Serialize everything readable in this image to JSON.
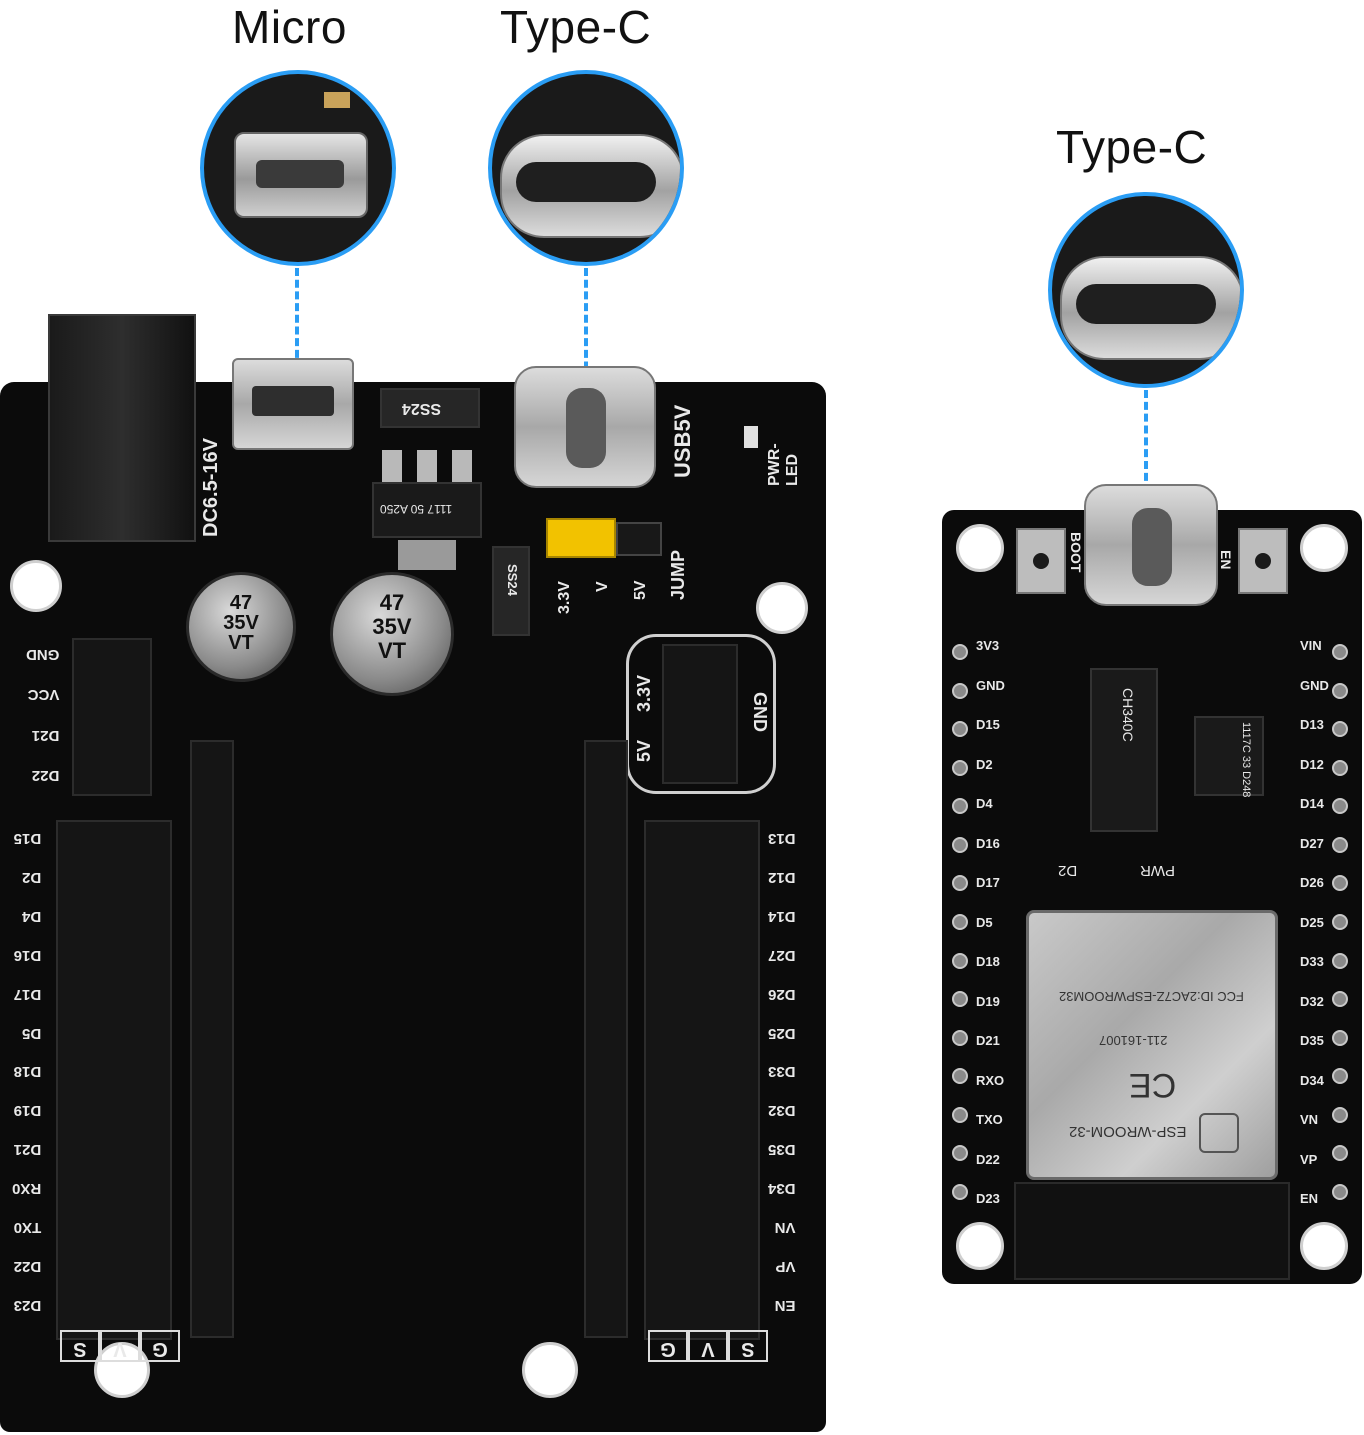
{
  "callouts": {
    "micro_title": "Micro",
    "typec_title_left": "Type-C",
    "typec_title_right": "Type-C"
  },
  "shield_board": {
    "dc_label": "DC6.5-16V",
    "usb_label": "USB5V",
    "pwr_led_label": "PWR-LED",
    "jump_label": "JUMP",
    "jumper_options": [
      "3.3V",
      "V",
      "5V"
    ],
    "diode_label": "SS24",
    "regulator_label": "1117 50 A250",
    "cap_left": [
      "47",
      "35V",
      "VT"
    ],
    "cap_right": [
      "47",
      "35V",
      "VT"
    ],
    "power_header_labels": [
      "3.3V",
      "5V",
      "GND"
    ],
    "i2c_labels": [
      "GND",
      "VCC",
      "D21",
      "D22"
    ],
    "left_pin_labels": [
      "D15",
      "D2",
      "D4",
      "D16",
      "D17",
      "D5",
      "D18",
      "D19",
      "D21",
      "RX0",
      "TX0",
      "D22",
      "D23"
    ],
    "right_pin_labels": [
      "D13",
      "D12",
      "D14",
      "D27",
      "D26",
      "D25",
      "D33",
      "D32",
      "D35",
      "D34",
      "VN",
      "VP",
      "EN"
    ],
    "bottom_left_labels": [
      "S",
      "V",
      "G"
    ],
    "bottom_right_labels": [
      "G",
      "V",
      "S"
    ]
  },
  "esp32_board": {
    "boot_label": "BOOT",
    "en_label": "EN",
    "usb_chip": "CH340C",
    "regulator": "1117C 33 D248",
    "d2_label": "D2",
    "pwr_label": "PWR",
    "left_pins": [
      "3V3",
      "GND",
      "D15",
      "D2",
      "D4",
      "D16",
      "D17",
      "D5",
      "D18",
      "D19",
      "D21",
      "RXO",
      "TXO",
      "D22",
      "D23"
    ],
    "right_pins": [
      "VIN",
      "GND",
      "D13",
      "D12",
      "D14",
      "D27",
      "D26",
      "D25",
      "D33",
      "D32",
      "D35",
      "D34",
      "VN",
      "VP",
      "EN"
    ],
    "module_fcc": "FCC ID:2AC7Z-ESPWROOM32",
    "module_cert": "211-161007",
    "module_name": "ESP-WROOM-32",
    "module_ce": "CE"
  }
}
